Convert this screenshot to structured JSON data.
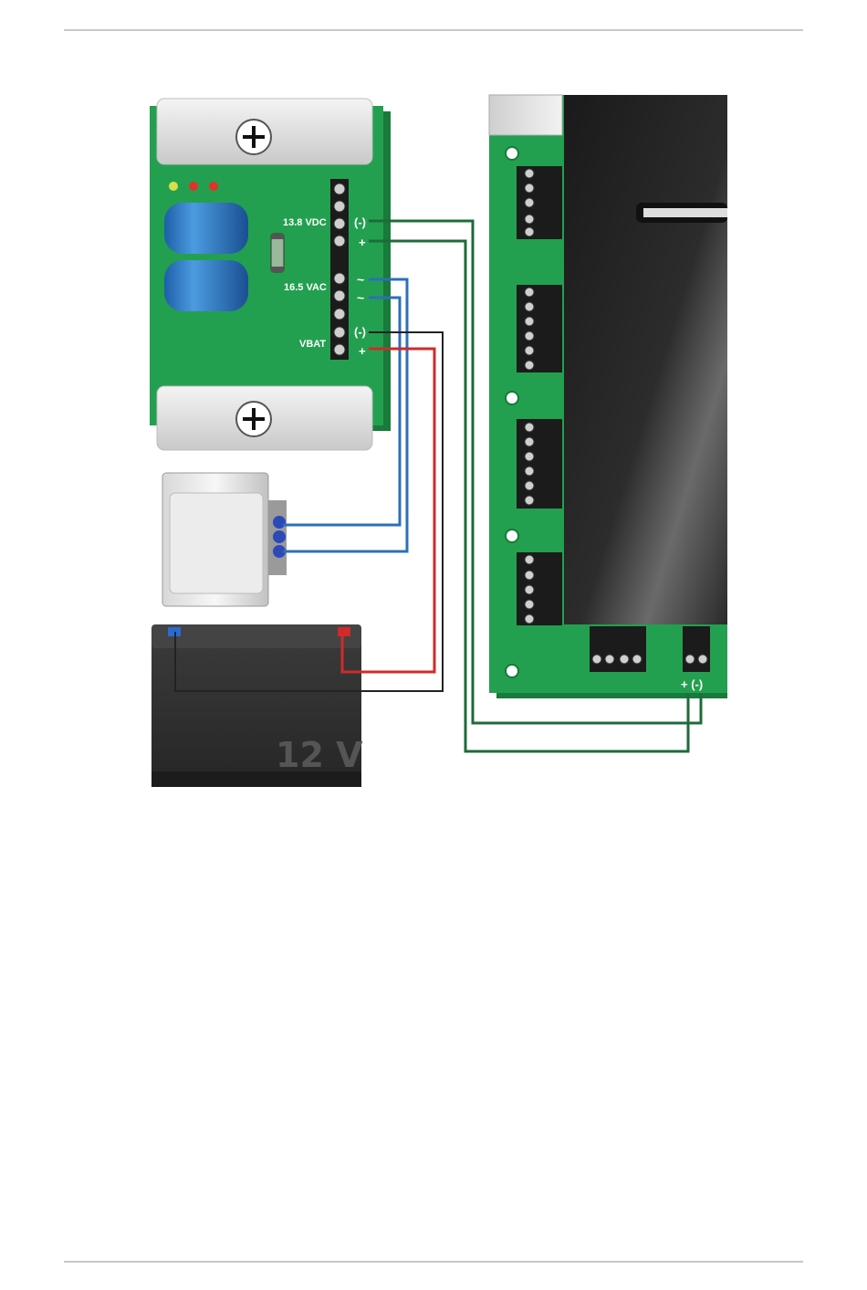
{
  "power_supply": {
    "dc_output_label": "13.8 VDC",
    "ac_input_label": "16.5 VAC",
    "battery_label": "VBAT",
    "terminal_minus": "(-)",
    "terminal_plus": "+",
    "terminal_ac_1": "~",
    "terminal_ac_2": "~"
  },
  "battery": {
    "label": "12 V",
    "terminal_neg": "-",
    "terminal_pos": "+"
  },
  "controller": {
    "power_terminal_label": "+ (-)"
  },
  "colors": {
    "pcb_green": "#1f9a4b",
    "wire_dc": "#1e6b3a",
    "wire_ac": "#2d6fb8",
    "wire_bat_pos": "#d12a2a",
    "wire_bat_neg": "#222222"
  }
}
